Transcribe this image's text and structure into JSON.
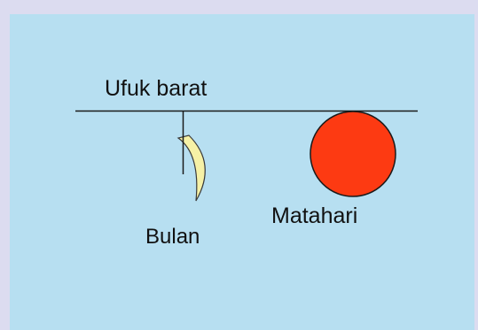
{
  "labels": {
    "horizon": "Ufuk barat",
    "moon": "Bulan",
    "sun": "Matahari"
  },
  "colors": {
    "frame": "#dcdcf0",
    "panel": "#b7dff1",
    "line": "#1a1a1a",
    "sun_fill": "#fd3a12",
    "sun_stroke": "#1a1a1a",
    "moon_fill": "#f6f1a6",
    "moon_stroke": "#3a3a3a"
  }
}
